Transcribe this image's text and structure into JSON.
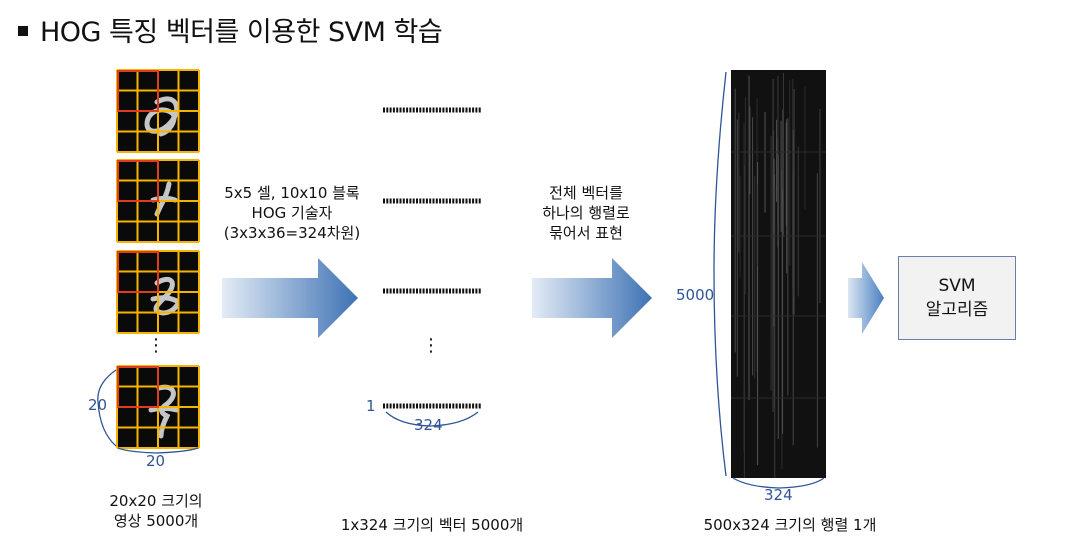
{
  "title": "HOG 특징 벡터를 이용한 SVM 학습",
  "images": {
    "vdots": "⋮",
    "height_label": "20",
    "width_label": "20",
    "caption_line1": "20x20 크기의",
    "caption_line2": "영상 5000개"
  },
  "arrow1": {
    "line1": "5x5 셀, 10x10 블록",
    "line2": "HOG 기술자",
    "line3": "(3x3x36=324차원)"
  },
  "vectors": {
    "vdots": "⋮",
    "index_label": "1",
    "length_label": "324",
    "caption": "1x324 크기의 벡터 5000개"
  },
  "arrow2": {
    "line1": "전체 벡터를",
    "line2": "하나의 행렬로",
    "line3": "묶어서 표현"
  },
  "matrix": {
    "rows_label": "5000",
    "cols_label": "324",
    "caption": "500x324 크기의 행렬 1개"
  },
  "svm": {
    "line1": "SVM",
    "line2": "알고리즘"
  },
  "colors": {
    "grid_line": "#f5b400",
    "block_outline": "#e03c1e",
    "brace": "#2f5597",
    "arrow_light": "#dbe6f3",
    "arrow_dark": "#3d72b4"
  }
}
